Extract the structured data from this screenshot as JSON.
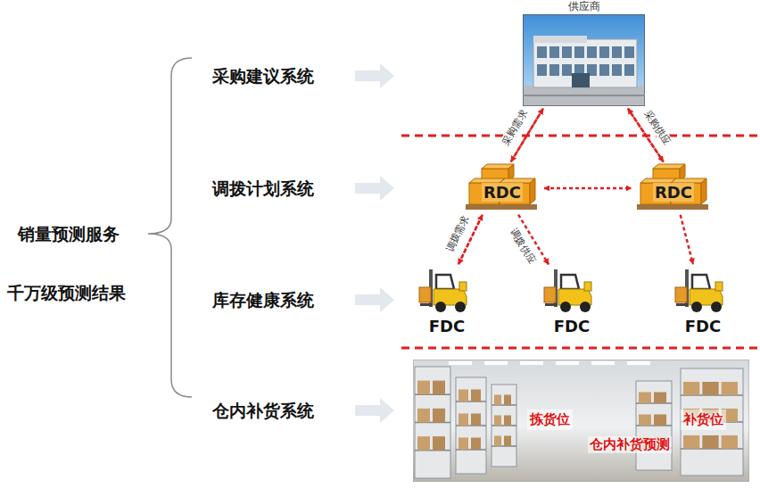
{
  "diagram": {
    "nodes": [
      {
        "text": [
          "供应商"
        ]
      },
      {
        "text": [
          "RDC"
        ]
      },
      {
        "text": [
          "RDC"
        ]
      },
      {
        "text": [
          "FDC"
        ]
      },
      {
        "text": [
          "FDC"
        ]
      },
      {
        "text": [
          "FDC"
        ]
      },
      {
        "text": [
          "仓内补货预测"
        ]
      },
      {
        "text": [
          "拣货位"
        ],
        "in": 6
      },
      {
        "text": [
          "补货位"
        ],
        "in": 6
      }
    ],
    "edges": [
      {
        "from": 1,
        "to": 0,
        "label": "采购需求",
        "arrow": "to"
      },
      {
        "from": 0,
        "to": 1,
        "arrow": "to"
      },
      {
        "from": 0,
        "to": 2,
        "label": "采购供应",
        "arrow": "to"
      },
      {
        "from": 2,
        "to": 0,
        "arrow": "to"
      },
      {
        "from": 1,
        "to": 2,
        "arrow": "both"
      },
      {
        "from": 3,
        "to": 1,
        "label": "调拨需求",
        "arrow": "to"
      },
      {
        "from": 1,
        "to": 3,
        "arrow": "to"
      },
      {
        "from": 1,
        "to": 4,
        "label": "调拨供应",
        "arrow": "to"
      },
      {
        "from": 2,
        "to": 5,
        "arrow": "to"
      },
      {
        "from": 8,
        "to": 7,
        "arrow": "to"
      }
    ],
    "labels": [
      "销量预测服务",
      "千万级预测结果",
      "采购建议系统",
      "调拨计划系统",
      "库存健康系统",
      "仓内补货系统"
    ]
  }
}
